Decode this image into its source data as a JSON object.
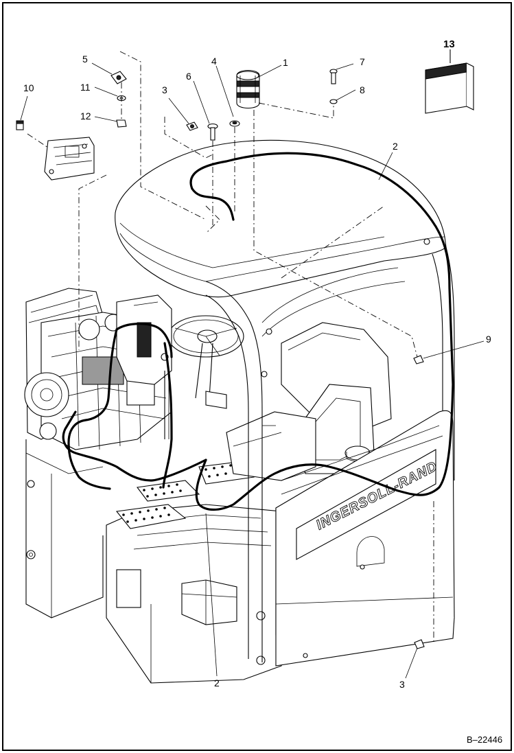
{
  "figure": {
    "id": "B–22446",
    "brand": "INGERSOLL-RAND"
  },
  "callouts": [
    {
      "label": "1"
    },
    {
      "label": "2"
    },
    {
      "label": "2"
    },
    {
      "label": "3"
    },
    {
      "label": "3"
    },
    {
      "label": "4"
    },
    {
      "label": "5"
    },
    {
      "label": "6"
    },
    {
      "label": "7"
    },
    {
      "label": "8"
    },
    {
      "label": "9"
    },
    {
      "label": "10"
    },
    {
      "label": "11"
    },
    {
      "label": "12"
    },
    {
      "label": "13"
    }
  ]
}
